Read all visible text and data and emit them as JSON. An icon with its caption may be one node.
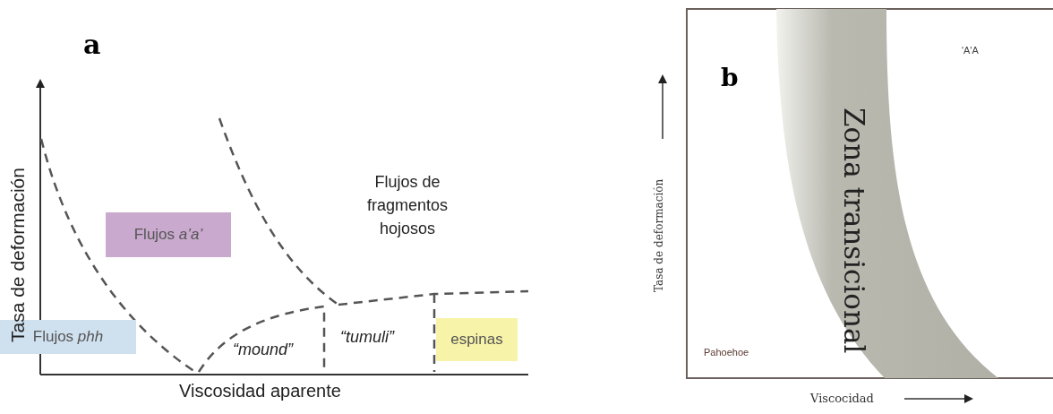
{
  "diagram": {
    "nodes": [
      {
        "text": [
          "Flujos *a’a’*"
        ]
      },
      {
        "text": [
          "Flujos *phh*"
        ]
      },
      {
        "text": [
          "espinas"
        ]
      },
      {
        "text": [
          "Zona transicional"
        ]
      }
    ],
    "labels": [
      "a",
      "Tasa de deformación",
      "Flujos de fragmentos hojosos",
      "“mound”",
      "“tumuli”",
      "Viscosidad aparente",
      "b",
      "'A'A",
      "Tasa de deformación",
      "Pahoehoe",
      "Viscocidad"
    ]
  }
}
